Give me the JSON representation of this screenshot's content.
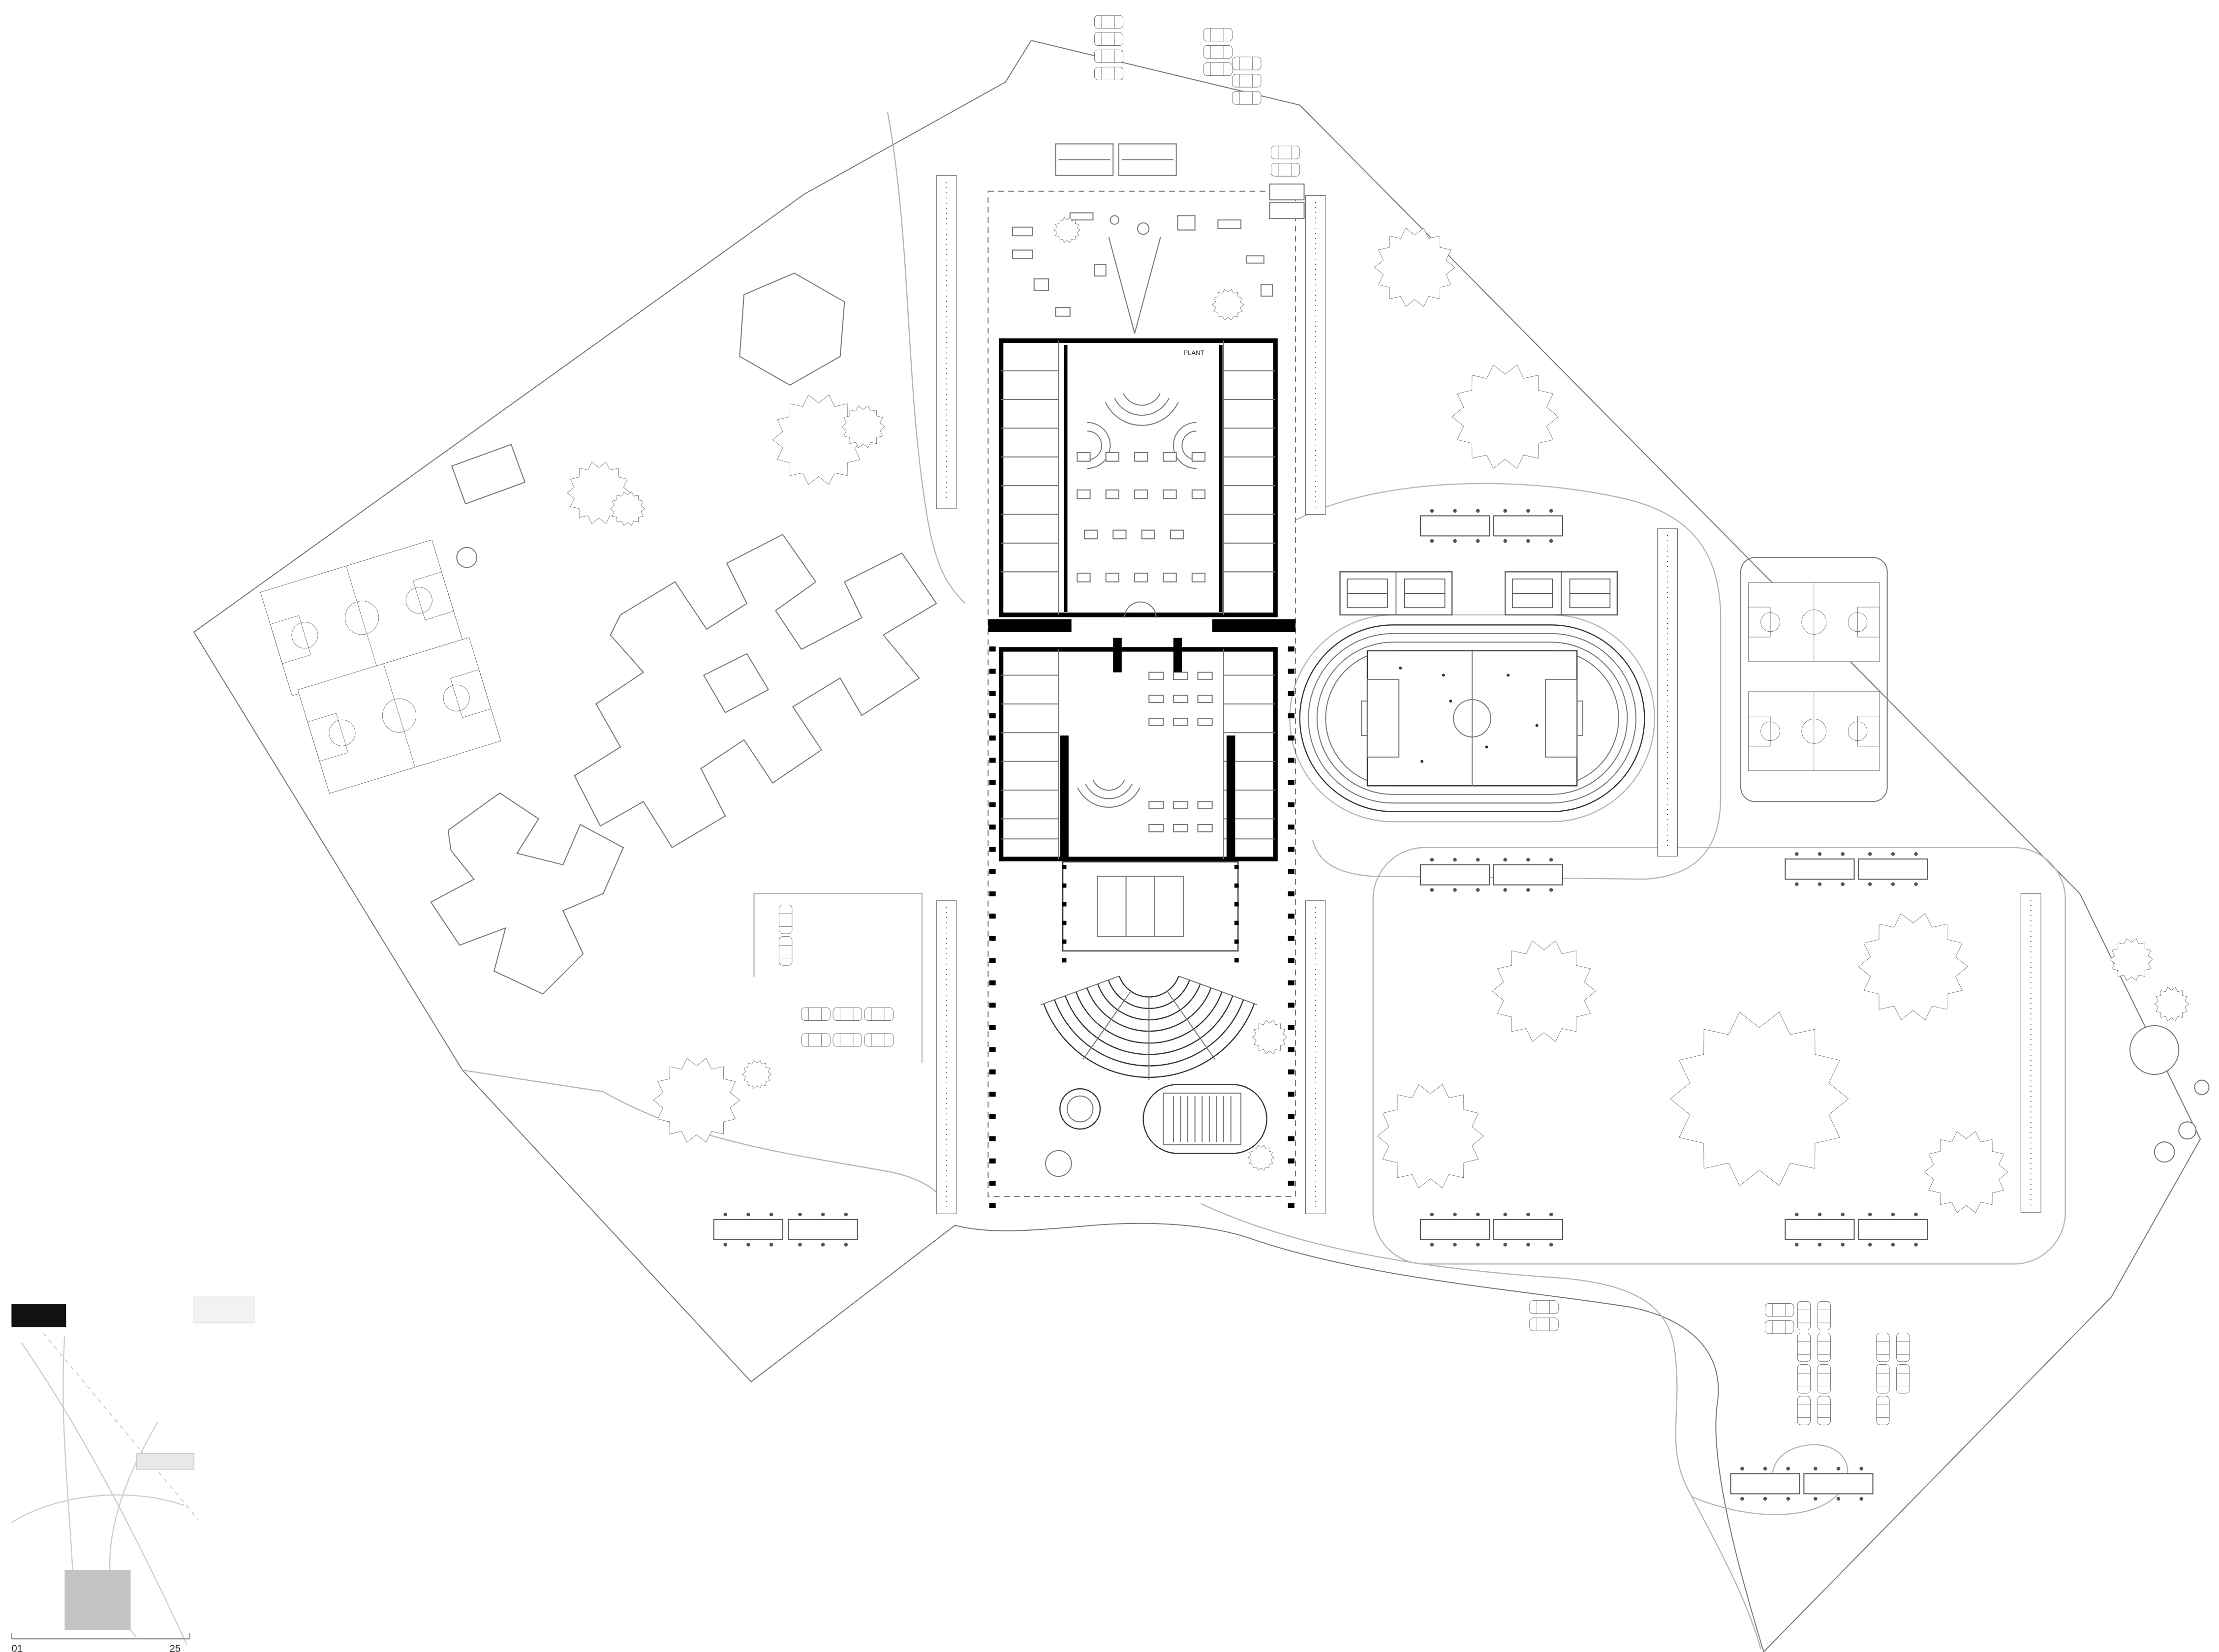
{
  "labels": {
    "plant": "PLANT",
    "scale_left": "01",
    "scale_right": "25"
  },
  "colors": {
    "background": "#ffffff",
    "ink": "#1a1a1a",
    "wall_black": "#000000",
    "line_gray": "#777777",
    "faint_gray": "#b5b5b5",
    "legend_dark": "#111111",
    "legend_gray": "#c4c4c4",
    "legend_light": "#eeeeee"
  }
}
